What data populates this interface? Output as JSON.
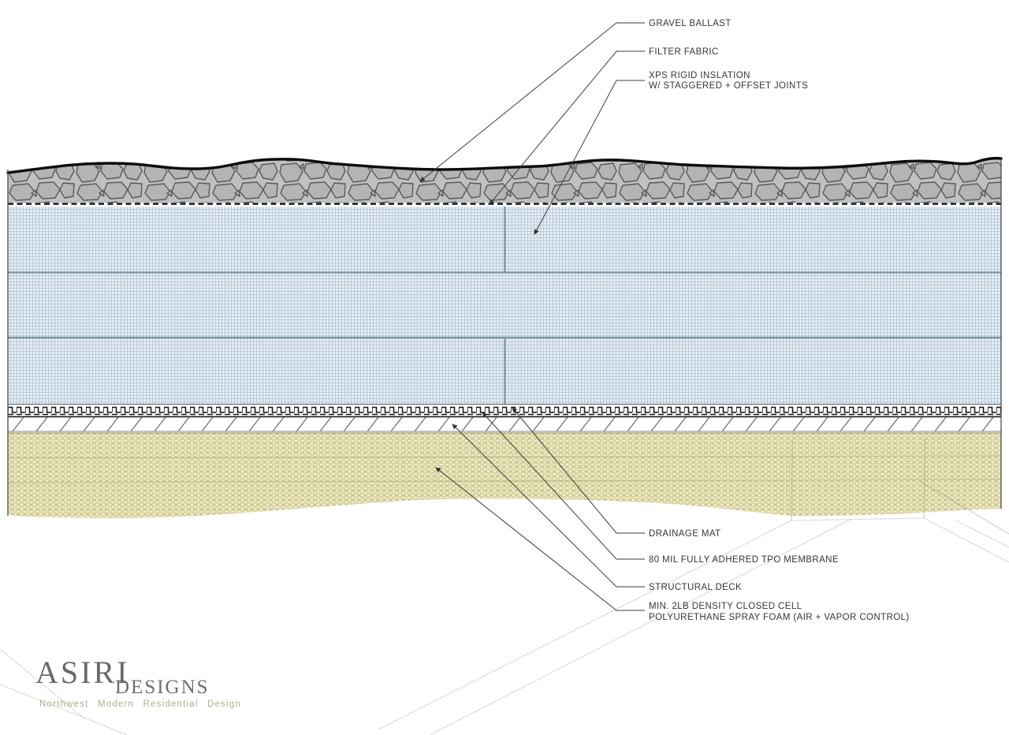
{
  "drawing": {
    "title": "flat-roof-assembly-section-detail",
    "callouts": {
      "gravel_ballast": "GRAVEL BALLAST",
      "filter_fabric": "FILTER FABRIC",
      "xps_line1": "XPS RIGID INSLATION",
      "xps_line2": "W/ STAGGERED + OFFSET JOINTS",
      "drainage_mat": "DRAINAGE MAT",
      "tpo_membrane": "80 MIL FULLY ADHERED TPO MEMBRANE",
      "structural_deck": "STRUCTURAL DECK",
      "foam_line1": "MIN. 2LB DENSITY CLOSED CELL",
      "foam_line2": "POLYURETHANE SPRAY FOAM (AIR + VAPOR CONTROL)"
    },
    "colors": {
      "gravel_fill": "#bdbdbd",
      "stone_outline": "#5a5a5a",
      "insulation_fill": "#e7edf3",
      "insulation_grid": "#adc4d4",
      "joint_line": "#7e93a0",
      "foam_fill": "#dcd7a4",
      "leader_line": "#3c3c3c",
      "faint_line": "#d8d8d8",
      "logo_gray": "#696969",
      "tagline_tan": "#b3a995"
    }
  },
  "logo": {
    "brand_primary": "ASIRI",
    "brand_secondary": "DESIGNS",
    "tagline": "Northwest  Modern  Residential  Design"
  }
}
